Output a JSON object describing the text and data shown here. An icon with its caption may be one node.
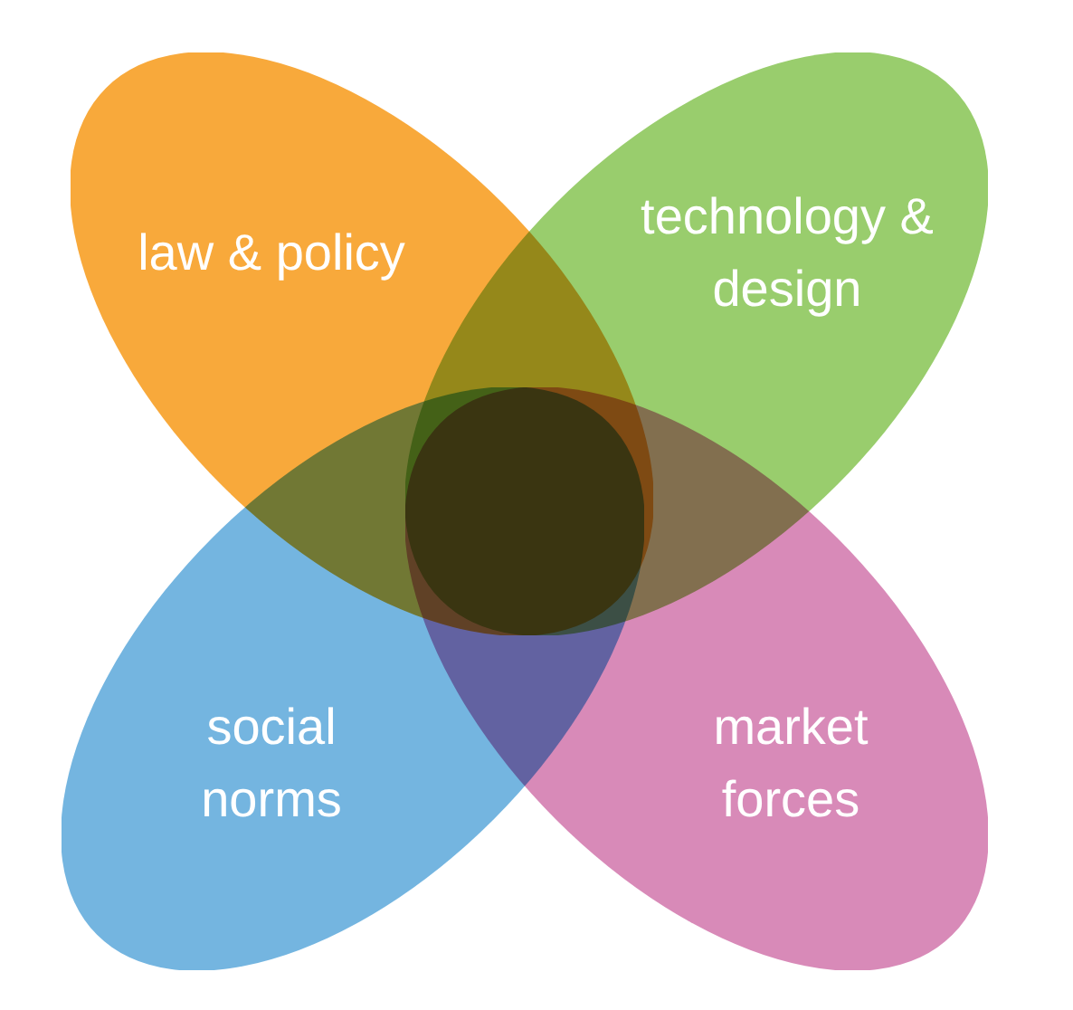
{
  "diagram": {
    "nodes": [
      {
        "text": [
          "law & policy"
        ]
      },
      {
        "text": [
          "technology & design"
        ]
      },
      {
        "text": [
          "social norms"
        ]
      },
      {
        "text": [
          "market forces"
        ]
      }
    ]
  }
}
